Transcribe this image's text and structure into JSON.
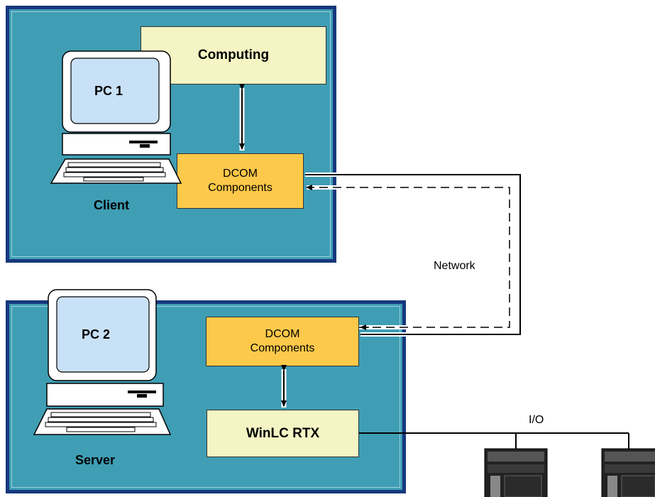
{
  "client": {
    "pc_label": "PC 1",
    "role_label": "Client",
    "computing_label": "Computing",
    "dcom_line1": "DCOM",
    "dcom_line2": "Components"
  },
  "server": {
    "pc_label": "PC 2",
    "role_label": "Server",
    "dcom_line1": "DCOM",
    "dcom_line2": "Components",
    "winlc_label": "WinLC RTX"
  },
  "network_label": "Network",
  "io_label": "I/O",
  "colors": {
    "panel_fill": "#3f9eb4",
    "panel_border": "#17387e",
    "computing_fill": "#f4f4c4",
    "dcom_fill": "#fdc94a",
    "screen_fill": "#c9e1f7"
  }
}
